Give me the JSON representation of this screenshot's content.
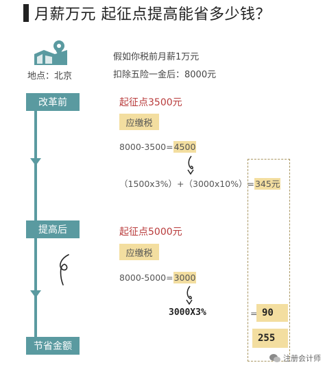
{
  "title": "月薪万元 起征点提高能省多少钱？",
  "location": {
    "label": "地点：北京",
    "icon": "map-pin-icon"
  },
  "info": {
    "line1": "假如你税前月薪1万元",
    "line2": "扣除五险一金后：8000元"
  },
  "timeline": {
    "before": "改革前",
    "after": "提高后",
    "savings": "节省金额"
  },
  "before": {
    "threshold": "起征点3500元",
    "tax_label": "应缴税",
    "calc_prefix": "8000-3500=",
    "calc_value": "4500",
    "formula": "（1500x3%）+（3000x10%）=",
    "result": "345元"
  },
  "after": {
    "threshold": "起征点5000元",
    "tax_label": "应缴税",
    "calc_prefix": "8000-5000=",
    "calc_value": "3000",
    "formula": "3000X3%",
    "equals": "=",
    "result": "90"
  },
  "savings_value": "255",
  "watermark": "注册会计师",
  "colors": {
    "teal": "#5a9aa0",
    "highlight": "#f3dea0",
    "red": "#b83a3a"
  }
}
